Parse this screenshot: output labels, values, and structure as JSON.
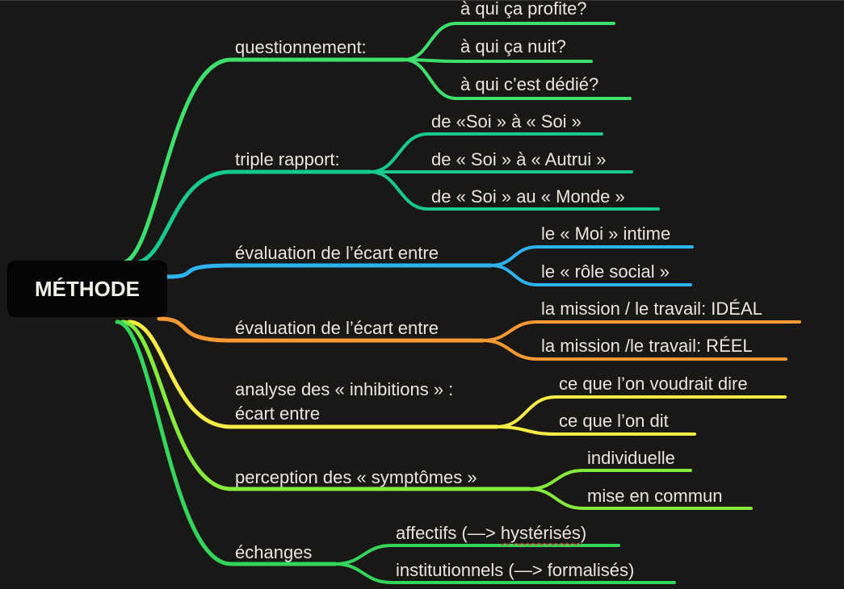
{
  "root": {
    "label": "MÉTHODE"
  },
  "branches": [
    {
      "label": "questionnement:",
      "color": "#3ee06c",
      "children": [
        "à qui ça profite?",
        "à qui ça nuit?",
        "à qui c’est dédié?"
      ]
    },
    {
      "label": "triple rapport:",
      "color": "#17c98d",
      "children": [
        "de «Soi » à « Soi »",
        "de « Soi » à « Autrui »",
        "de « Soi » au « Monde »"
      ]
    },
    {
      "label": "évaluation de l’écart entre",
      "color": "#2fb3f0",
      "children": [
        "le « Moi » intime",
        "le « rôle social »"
      ]
    },
    {
      "label": "évaluation de l’écart entre",
      "color": "#f79a35",
      "children": [
        "la mission / le travail: IDÉAL",
        "la mission /le travail: RÉEL"
      ]
    },
    {
      "label_line1": "analyse des « inhibitions » :",
      "label_line2": "écart entre",
      "color": "#f5ed45",
      "children": [
        "ce que l’on voudrait dire",
        "ce que l’on dit"
      ]
    },
    {
      "label": "perception des « symptômes »",
      "color": "#85ea3c",
      "children": [
        "individuelle",
        "mise en commun"
      ]
    },
    {
      "label": "échanges",
      "color": "#33d65b",
      "children_parts": [
        {
          "prefix": "affectifs (—> ",
          "underlined": "hystérisés",
          "suffix": ")"
        },
        {
          "text": "institutionnels (—> formalisés)"
        }
      ]
    }
  ]
}
